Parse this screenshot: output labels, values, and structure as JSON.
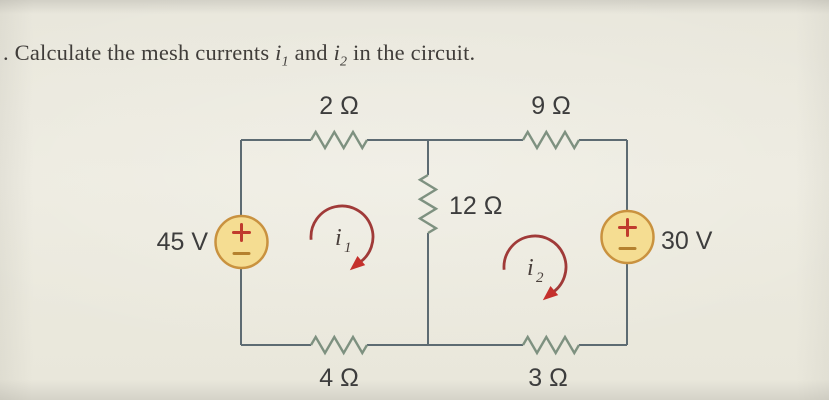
{
  "title": {
    "text_prefix": ". Calculate the mesh currents ",
    "i1_symbol": "i",
    "i1_sub": "1",
    "and_text": " and ",
    "i2_symbol": "i",
    "i2_sub": "2",
    "text_suffix": " in the circuit."
  },
  "circuit": {
    "resistors": {
      "top_left": "2 Ω",
      "top_right": "9 Ω",
      "middle": "12 Ω",
      "bottom_left": "4 Ω",
      "bottom_right": "3 Ω"
    },
    "sources": {
      "left": {
        "label": "45 V",
        "plus": "+",
        "minus": "−"
      },
      "right": {
        "label": "30 V",
        "plus": "+",
        "minus": "−"
      }
    },
    "meshes": {
      "m1": {
        "symbol": "i",
        "sub": "1"
      },
      "m2": {
        "symbol": "i",
        "sub": "2"
      }
    },
    "colors": {
      "wire": "#5d6b72",
      "resistor": "#7e9180",
      "source_fill": "#f5dd92",
      "source_border": "#c9923f",
      "plus_sign": "#c03b2d",
      "minus_sign": "#b5812e",
      "mesh_arrow": "#a03a38",
      "arrowhead": "#c5302c",
      "mesh_label": "#4a403c",
      "label_text": "#3d3d3d"
    }
  }
}
